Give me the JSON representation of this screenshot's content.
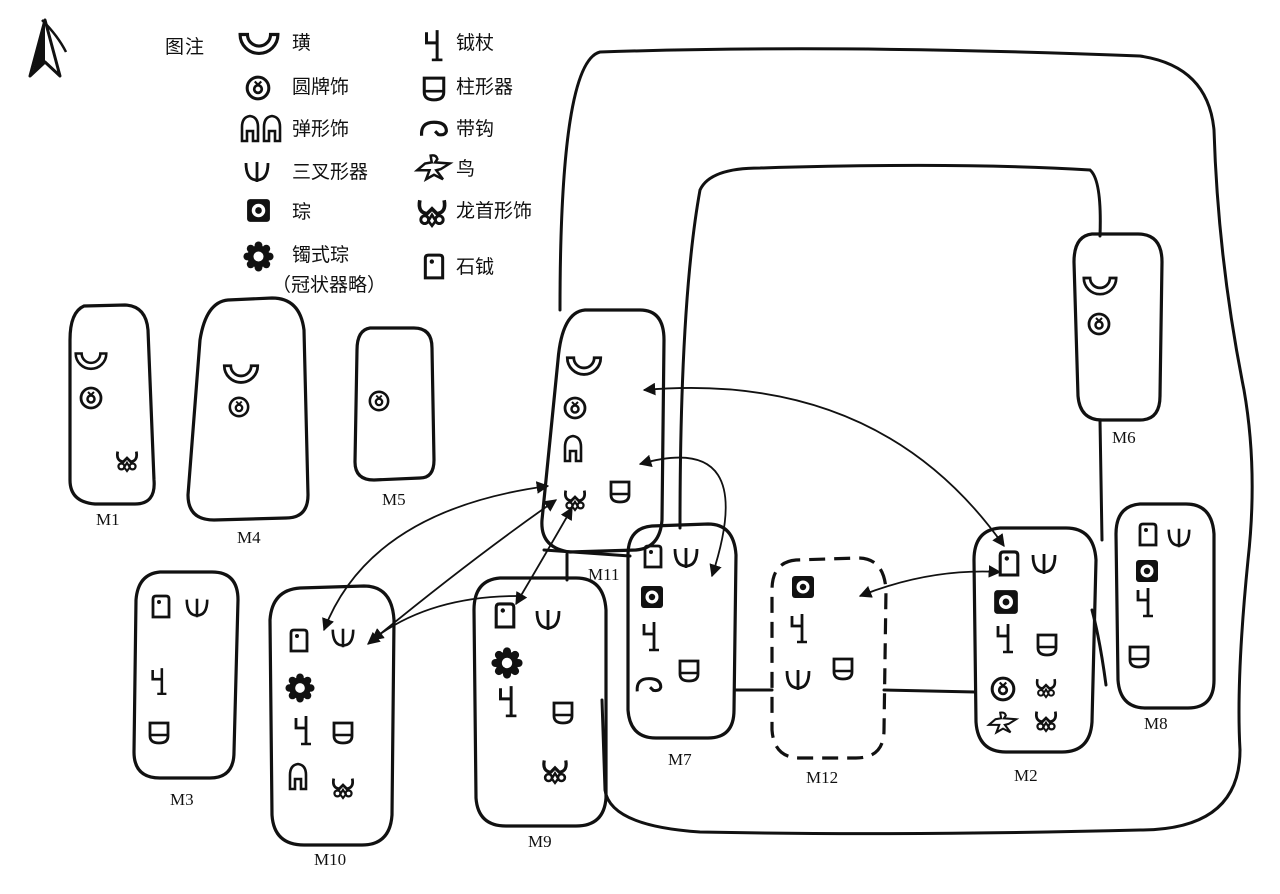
{
  "legend": {
    "title": "图注",
    "items": [
      {
        "key": "huang",
        "label": "璜",
        "icon": "huang-icon"
      },
      {
        "key": "yuanpaishi",
        "label": "圆牌饰",
        "icon": "round-plaque-icon"
      },
      {
        "key": "danxingshi",
        "label": "弹形饰",
        "icon": "bullet-ornament-icon"
      },
      {
        "key": "sanchaxingqi",
        "label": "三叉形器",
        "icon": "trident-icon"
      },
      {
        "key": "cong",
        "label": "琮",
        "icon": "cong-icon"
      },
      {
        "key": "zhuoshicong",
        "label": "镯式琮",
        "icon": "bracelet-cong-icon"
      },
      {
        "key": "guanzhuangqilue",
        "label": "（冠状器略）",
        "icon": ""
      },
      {
        "key": "yuezhang",
        "label": "钺杖",
        "icon": "yue-staff-icon"
      },
      {
        "key": "zhuxingqi",
        "label": "柱形器",
        "icon": "column-object-icon"
      },
      {
        "key": "daigou",
        "label": "带钩",
        "icon": "belt-hook-icon"
      },
      {
        "key": "niao",
        "label": "鸟",
        "icon": "bird-icon"
      },
      {
        "key": "longshouxingshi",
        "label": "龙首形饰",
        "icon": "dragon-head-icon"
      },
      {
        "key": "shiyue",
        "label": "石钺",
        "icon": "stone-yue-icon"
      }
    ]
  },
  "graves": {
    "M1": "M1",
    "M2": "M2",
    "M3": "M3",
    "M4": "M4",
    "M5": "M5",
    "M6": "M6",
    "M7": "M7",
    "M8": "M8",
    "M9": "M9",
    "M10": "M10",
    "M11": "M11",
    "M12": "M12"
  },
  "style": {
    "ink": "#111111",
    "paper": "#ffffff"
  }
}
